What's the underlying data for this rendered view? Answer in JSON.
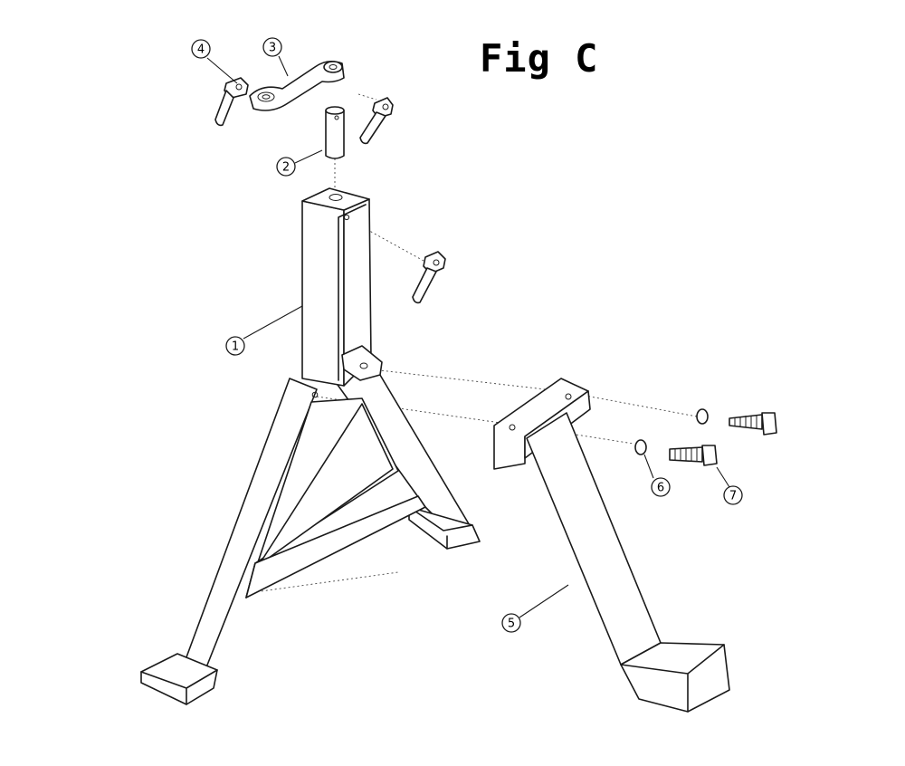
{
  "figure": {
    "title": "Fig C"
  },
  "callouts": [
    {
      "id": "part-1",
      "label": "1"
    },
    {
      "id": "part-2",
      "label": "2"
    },
    {
      "id": "part-3",
      "label": "3"
    },
    {
      "id": "part-4",
      "label": "4"
    },
    {
      "id": "part-5",
      "label": "5"
    },
    {
      "id": "part-6",
      "label": "6"
    },
    {
      "id": "part-7",
      "label": "7"
    }
  ]
}
